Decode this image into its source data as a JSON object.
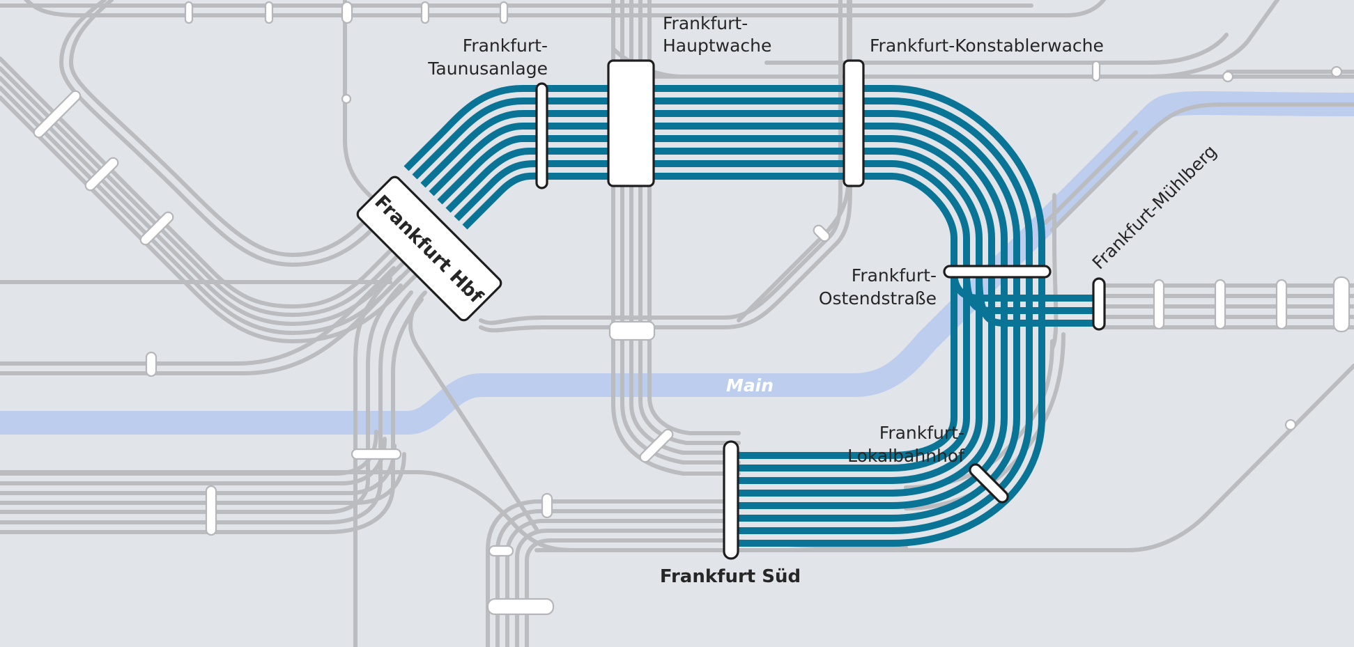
{
  "map": {
    "river": {
      "name": "Main",
      "color": "#bccdee"
    },
    "colors": {
      "background": "#e1e4e8",
      "highlighted_lines": "#0a7496",
      "other_lines": "#babcc0",
      "station_fill": "#ffffff",
      "station_outline": "#1e1e1e"
    },
    "stations": {
      "hbf": "Frankfurt Hbf",
      "taunusanlage": {
        "line1": "Frankfurt-",
        "line2": "Taunusanlage"
      },
      "hauptwache": {
        "line1": "Frankfurt-",
        "line2": "Hauptwache"
      },
      "konstablerwache": "Frankfurt-Konstablerwache",
      "ostendstrasse": {
        "line1": "Frankfurt-",
        "line2": "Ostendstraße"
      },
      "muehlberg": "Frankfurt-Mühlberg",
      "lokalbahnhof": {
        "line1": "Frankfurt-",
        "line2": "Lokalbahnhof"
      },
      "sued": "Frankfurt Süd"
    }
  }
}
